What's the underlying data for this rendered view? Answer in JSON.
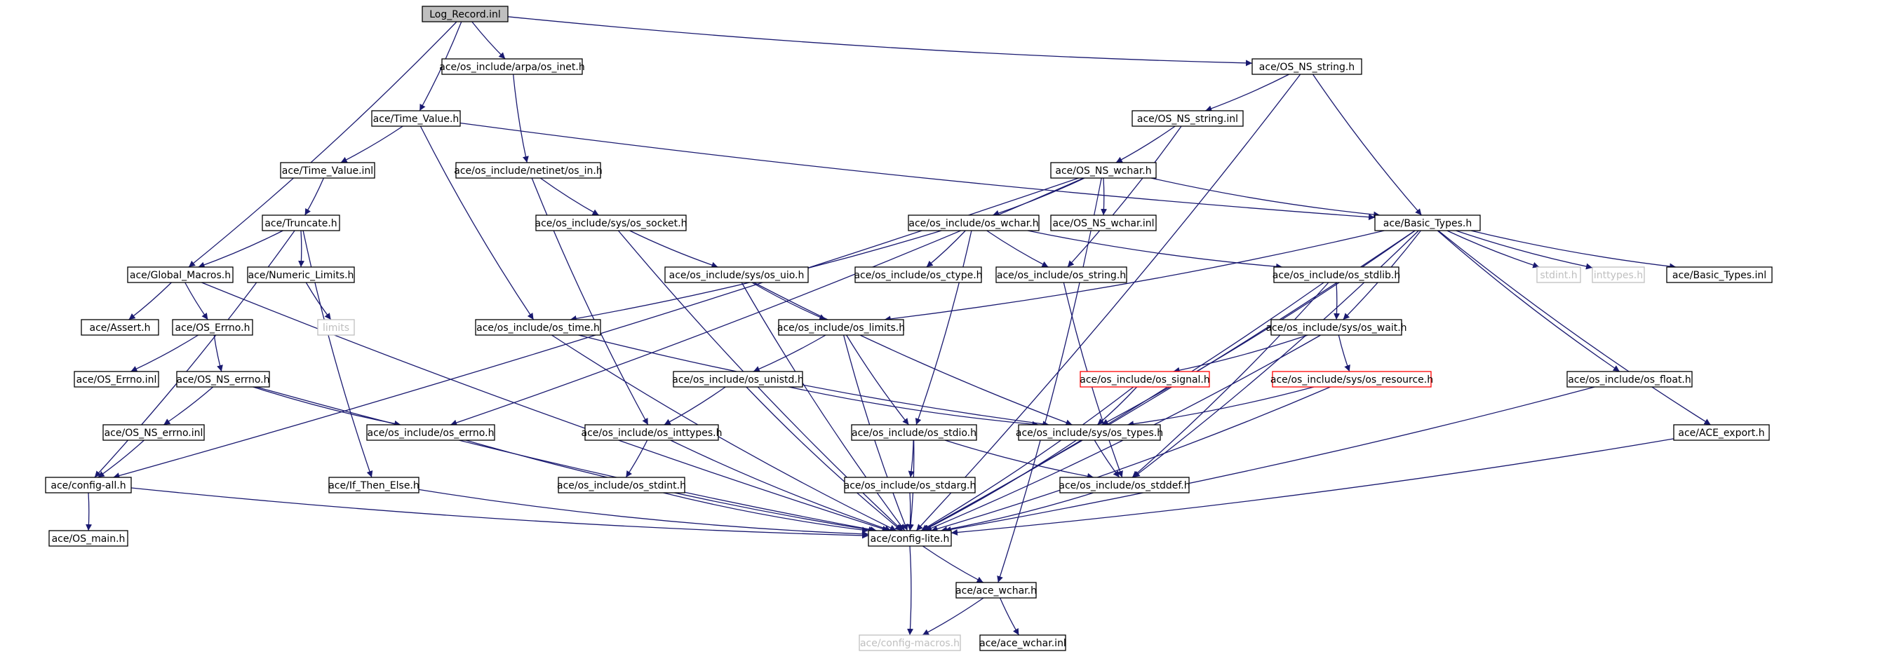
{
  "diagram": {
    "colors": {
      "edge": "#191970",
      "normal_border": "#000000",
      "root_fill": "#bfbfbf",
      "missing_border": "#bfbfbf",
      "missing_text": "#bfbfbf",
      "incomplete_border": "#ff0000",
      "text": "#000000"
    },
    "nodes": {
      "log_record_inl": {
        "label": "Log_Record.inl",
        "kind": "root"
      },
      "os_inet_h": {
        "label": "ace/os_include/arpa/os_inet.h",
        "kind": "normal"
      },
      "os_ns_string_h": {
        "label": "ace/OS_NS_string.h",
        "kind": "normal"
      },
      "time_value_h": {
        "label": "ace/Time_Value.h",
        "kind": "normal"
      },
      "os_ns_string_inl": {
        "label": "ace/OS_NS_string.inl",
        "kind": "normal"
      },
      "time_value_inl": {
        "label": "ace/Time_Value.inl",
        "kind": "normal"
      },
      "os_in_h": {
        "label": "ace/os_include/netinet/os_in.h",
        "kind": "normal"
      },
      "os_ns_wchar_h": {
        "label": "ace/OS_NS_wchar.h",
        "kind": "normal"
      },
      "truncate_h": {
        "label": "ace/Truncate.h",
        "kind": "normal"
      },
      "os_socket_h": {
        "label": "ace/os_include/sys/os_socket.h",
        "kind": "normal"
      },
      "os_wchar_h": {
        "label": "ace/os_include/os_wchar.h",
        "kind": "normal"
      },
      "os_ns_wchar_inl": {
        "label": "ace/OS_NS_wchar.inl",
        "kind": "normal"
      },
      "basic_types_h": {
        "label": "ace/Basic_Types.h",
        "kind": "normal"
      },
      "global_macros_h": {
        "label": "ace/Global_Macros.h",
        "kind": "normal"
      },
      "numeric_limits_h": {
        "label": "ace/Numeric_Limits.h",
        "kind": "normal"
      },
      "os_uio_h": {
        "label": "ace/os_include/sys/os_uio.h",
        "kind": "normal"
      },
      "os_ctype_h": {
        "label": "ace/os_include/os_ctype.h",
        "kind": "normal"
      },
      "os_string_h": {
        "label": "ace/os_include/os_string.h",
        "kind": "normal"
      },
      "os_stdlib_h": {
        "label": "ace/os_include/os_stdlib.h",
        "kind": "normal"
      },
      "stdint_h": {
        "label": "stdint.h",
        "kind": "missing"
      },
      "inttypes_h": {
        "label": "inttypes.h",
        "kind": "missing"
      },
      "basic_types_inl": {
        "label": "ace/Basic_Types.inl",
        "kind": "normal"
      },
      "assert_h": {
        "label": "ace/Assert.h",
        "kind": "normal"
      },
      "os_errno_h": {
        "label": "ace/OS_Errno.h",
        "kind": "normal"
      },
      "limits": {
        "label": "limits",
        "kind": "missing"
      },
      "os_time_h": {
        "label": "ace/os_include/os_time.h",
        "kind": "normal"
      },
      "os_limits_h": {
        "label": "ace/os_include/os_limits.h",
        "kind": "normal"
      },
      "os_wait_h": {
        "label": "ace/os_include/sys/os_wait.h",
        "kind": "normal"
      },
      "os_errno_inl": {
        "label": "ace/OS_Errno.inl",
        "kind": "normal"
      },
      "os_ns_errno_h": {
        "label": "ace/OS_NS_errno.h",
        "kind": "normal"
      },
      "os_unistd_h": {
        "label": "ace/os_include/os_unistd.h",
        "kind": "normal"
      },
      "os_signal_h": {
        "label": "ace/os_include/os_signal.h",
        "kind": "incomplete"
      },
      "os_resource_h": {
        "label": "ace/os_include/sys/os_resource.h",
        "kind": "incomplete"
      },
      "os_float_h": {
        "label": "ace/os_include/os_float.h",
        "kind": "normal"
      },
      "os_ns_errno_inl": {
        "label": "ace/OS_NS_errno.inl",
        "kind": "normal"
      },
      "os_errno_include_h": {
        "label": "ace/os_include/os_errno.h",
        "kind": "normal"
      },
      "os_inttypes_h": {
        "label": "ace/os_include/os_inttypes.h",
        "kind": "normal"
      },
      "os_stdio_h": {
        "label": "ace/os_include/os_stdio.h",
        "kind": "normal"
      },
      "os_types_h": {
        "label": "ace/os_include/sys/os_types.h",
        "kind": "normal"
      },
      "ace_export_h": {
        "label": "ace/ACE_export.h",
        "kind": "normal"
      },
      "config_all_h": {
        "label": "ace/config-all.h",
        "kind": "normal"
      },
      "if_then_else_h": {
        "label": "ace/If_Then_Else.h",
        "kind": "normal"
      },
      "os_stdint_h": {
        "label": "ace/os_include/os_stdint.h",
        "kind": "normal"
      },
      "os_stdarg_h": {
        "label": "ace/os_include/os_stdarg.h",
        "kind": "normal"
      },
      "os_stddef_h": {
        "label": "ace/os_include/os_stddef.h",
        "kind": "normal"
      },
      "os_main_h": {
        "label": "ace/OS_main.h",
        "kind": "normal"
      },
      "config_lite_h": {
        "label": "ace/config-lite.h",
        "kind": "normal"
      },
      "ace_wchar_h": {
        "label": "ace/ace_wchar.h",
        "kind": "normal"
      },
      "config_macros_h": {
        "label": "ace/config-macros.h",
        "kind": "missing"
      },
      "ace_wchar_inl": {
        "label": "ace/ace_wchar.inl",
        "kind": "normal"
      }
    },
    "edges": [
      [
        "log_record_inl",
        "os_inet_h"
      ],
      [
        "log_record_inl",
        "os_ns_string_h"
      ],
      [
        "log_record_inl",
        "time_value_h"
      ],
      [
        "log_record_inl",
        "global_macros_h"
      ],
      [
        "os_inet_h",
        "os_in_h"
      ],
      [
        "os_ns_string_h",
        "os_ns_string_inl"
      ],
      [
        "os_ns_string_h",
        "basic_types_h"
      ],
      [
        "os_ns_string_h",
        "config_lite_h"
      ],
      [
        "time_value_h",
        "time_value_inl"
      ],
      [
        "time_value_h",
        "basic_types_h"
      ],
      [
        "time_value_h",
        "os_time_h"
      ],
      [
        "time_value_inl",
        "truncate_h"
      ],
      [
        "os_ns_string_inl",
        "os_ns_wchar_h"
      ],
      [
        "os_ns_string_inl",
        "os_string_h"
      ],
      [
        "os_in_h",
        "os_socket_h"
      ],
      [
        "os_in_h",
        "os_inttypes_h"
      ],
      [
        "os_ns_wchar_h",
        "os_wchar_h"
      ],
      [
        "os_ns_wchar_h",
        "os_ns_wchar_inl"
      ],
      [
        "os_ns_wchar_h",
        "basic_types_h"
      ],
      [
        "os_ns_wchar_h",
        "config_all_h"
      ],
      [
        "os_ns_wchar_h",
        "os_errno_include_h"
      ],
      [
        "os_ns_wchar_h",
        "ace_wchar_h"
      ],
      [
        "truncate_h",
        "global_macros_h"
      ],
      [
        "truncate_h",
        "numeric_limits_h"
      ],
      [
        "truncate_h",
        "config_all_h"
      ],
      [
        "truncate_h",
        "if_then_else_h"
      ],
      [
        "os_socket_h",
        "os_uio_h"
      ],
      [
        "os_socket_h",
        "config_lite_h"
      ],
      [
        "os_wchar_h",
        "os_ctype_h"
      ],
      [
        "os_wchar_h",
        "os_string_h"
      ],
      [
        "os_wchar_h",
        "os_stdlib_h"
      ],
      [
        "os_wchar_h",
        "os_time_h"
      ],
      [
        "os_wchar_h",
        "os_stdio_h"
      ],
      [
        "basic_types_h",
        "stdint_h"
      ],
      [
        "basic_types_h",
        "inttypes_h"
      ],
      [
        "basic_types_h",
        "basic_types_inl"
      ],
      [
        "basic_types_h",
        "os_limits_h"
      ],
      [
        "basic_types_h",
        "os_float_h"
      ],
      [
        "basic_types_h",
        "ace_export_h"
      ],
      [
        "basic_types_h",
        "os_types_h"
      ],
      [
        "basic_types_h",
        "os_stddef_h"
      ],
      [
        "basic_types_h",
        "os_wait_h"
      ],
      [
        "basic_types_h",
        "config_lite_h"
      ],
      [
        "global_macros_h",
        "assert_h"
      ],
      [
        "global_macros_h",
        "os_errno_h"
      ],
      [
        "global_macros_h",
        "config_lite_h"
      ],
      [
        "numeric_limits_h",
        "limits"
      ],
      [
        "os_uio_h",
        "os_limits_h"
      ],
      [
        "os_uio_h",
        "os_types_h"
      ],
      [
        "os_uio_h",
        "config_lite_h"
      ],
      [
        "os_string_h",
        "os_stddef_h"
      ],
      [
        "os_stdlib_h",
        "os_wait_h"
      ],
      [
        "os_stdlib_h",
        "os_stddef_h"
      ],
      [
        "os_stdlib_h",
        "config_lite_h"
      ],
      [
        "os_errno_h",
        "os_errno_inl"
      ],
      [
        "os_errno_h",
        "os_ns_errno_h"
      ],
      [
        "os_time_h",
        "os_types_h"
      ],
      [
        "os_time_h",
        "config_lite_h"
      ],
      [
        "os_limits_h",
        "os_unistd_h"
      ],
      [
        "os_limits_h",
        "os_stdio_h"
      ],
      [
        "os_limits_h",
        "config_lite_h"
      ],
      [
        "os_wait_h",
        "os_signal_h"
      ],
      [
        "os_wait_h",
        "os_resource_h"
      ],
      [
        "os_wait_h",
        "config_lite_h"
      ],
      [
        "os_ns_errno_h",
        "os_ns_errno_inl"
      ],
      [
        "os_ns_errno_h",
        "os_errno_include_h"
      ],
      [
        "os_ns_errno_h",
        "config_lite_h"
      ],
      [
        "os_unistd_h",
        "os_inttypes_h"
      ],
      [
        "os_unistd_h",
        "os_types_h"
      ],
      [
        "os_unistd_h",
        "config_lite_h"
      ],
      [
        "os_signal_h",
        "os_types_h"
      ],
      [
        "os_signal_h",
        "config_lite_h"
      ],
      [
        "os_resource_h",
        "os_types_h"
      ],
      [
        "os_resource_h",
        "config_lite_h"
      ],
      [
        "os_float_h",
        "config_lite_h"
      ],
      [
        "os_ns_errno_inl",
        "config_all_h"
      ],
      [
        "os_errno_include_h",
        "config_lite_h"
      ],
      [
        "os_inttypes_h",
        "os_stdint_h"
      ],
      [
        "os_inttypes_h",
        "config_lite_h"
      ],
      [
        "os_stdio_h",
        "os_stdarg_h"
      ],
      [
        "os_stdio_h",
        "os_stddef_h"
      ],
      [
        "os_stdio_h",
        "config_lite_h"
      ],
      [
        "os_types_h",
        "os_stddef_h"
      ],
      [
        "os_types_h",
        "config_lite_h"
      ],
      [
        "ace_export_h",
        "config_lite_h"
      ],
      [
        "config_all_h",
        "os_main_h"
      ],
      [
        "config_all_h",
        "config_lite_h"
      ],
      [
        "if_then_else_h",
        "config_lite_h"
      ],
      [
        "os_stdint_h",
        "config_lite_h"
      ],
      [
        "os_stdarg_h",
        "config_lite_h"
      ],
      [
        "os_stddef_h",
        "config_lite_h"
      ],
      [
        "config_lite_h",
        "ace_wchar_h"
      ],
      [
        "config_lite_h",
        "config_macros_h"
      ],
      [
        "ace_wchar_h",
        "config_macros_h"
      ],
      [
        "ace_wchar_h",
        "ace_wchar_inl"
      ]
    ]
  }
}
